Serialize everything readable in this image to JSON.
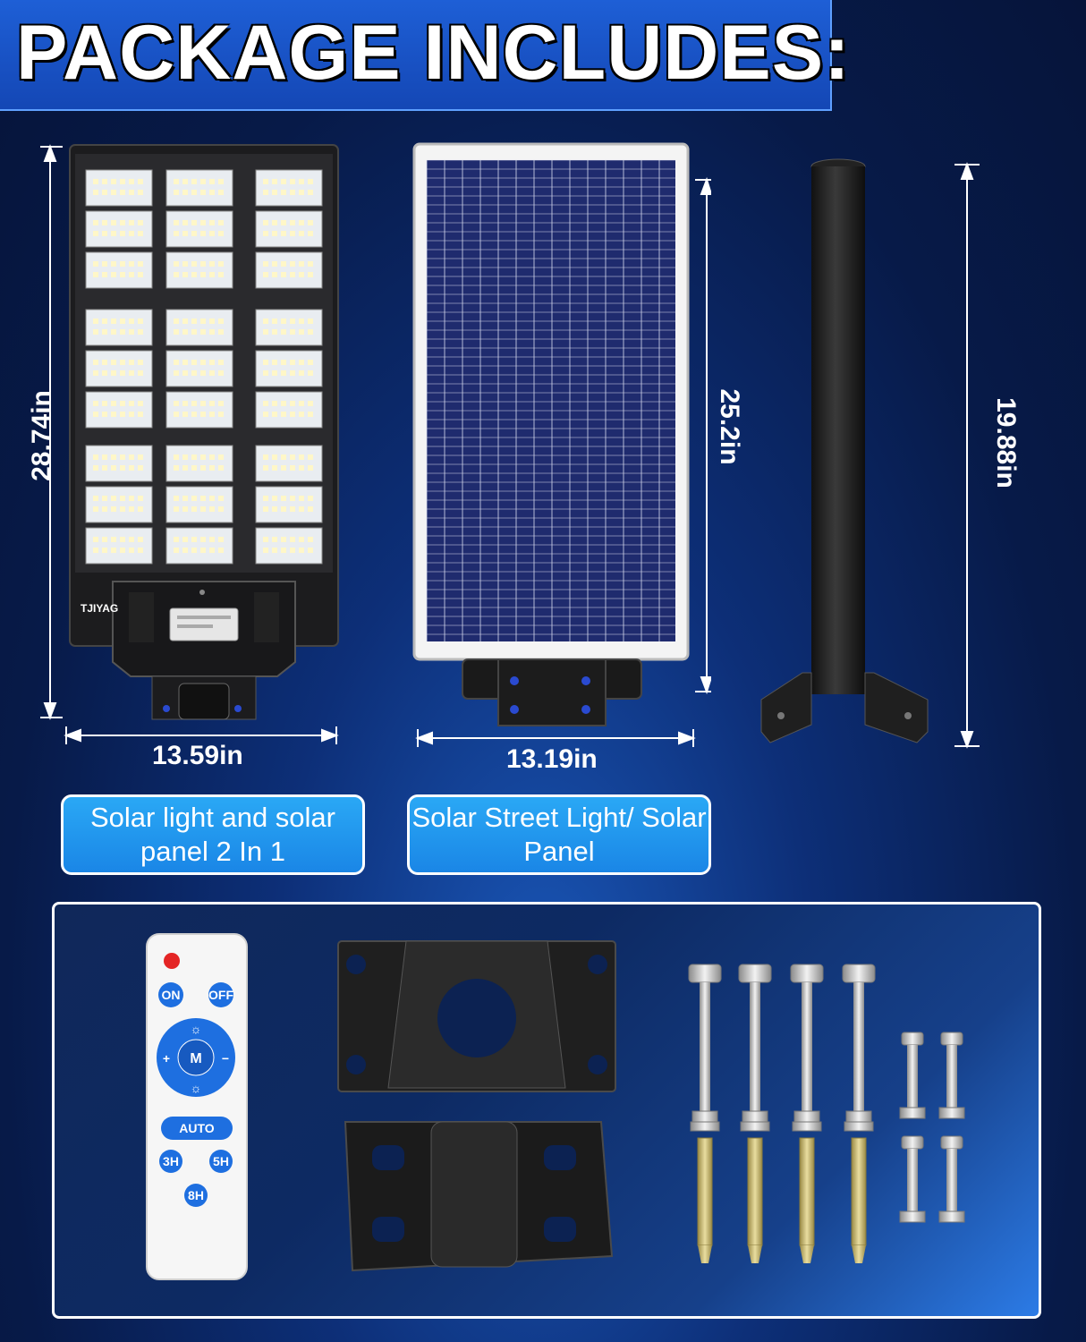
{
  "header": {
    "title": "PACKAGE INCLUDES:"
  },
  "light": {
    "height_label": "28.74in",
    "width_label": "13.59in",
    "brand": "TJIYAG",
    "caption": "Solar light and solar panel 2 In 1"
  },
  "panel": {
    "height_label": "25.2in",
    "width_label": "13.19in",
    "caption": "Solar Street Light/ Solar Panel"
  },
  "pole": {
    "height_label": "19.88in"
  },
  "remote": {
    "on": "ON",
    "off": "OFF",
    "plus": "+",
    "mode": "M",
    "minus": "−",
    "auto": "AUTO",
    "timer_3h": "3H",
    "timer_5h": "5H",
    "timer_8h": "8H"
  },
  "colors": {
    "accent": "#1a86e6",
    "header_bg": "#1447b5",
    "remote_button": "#1e6fe0"
  }
}
